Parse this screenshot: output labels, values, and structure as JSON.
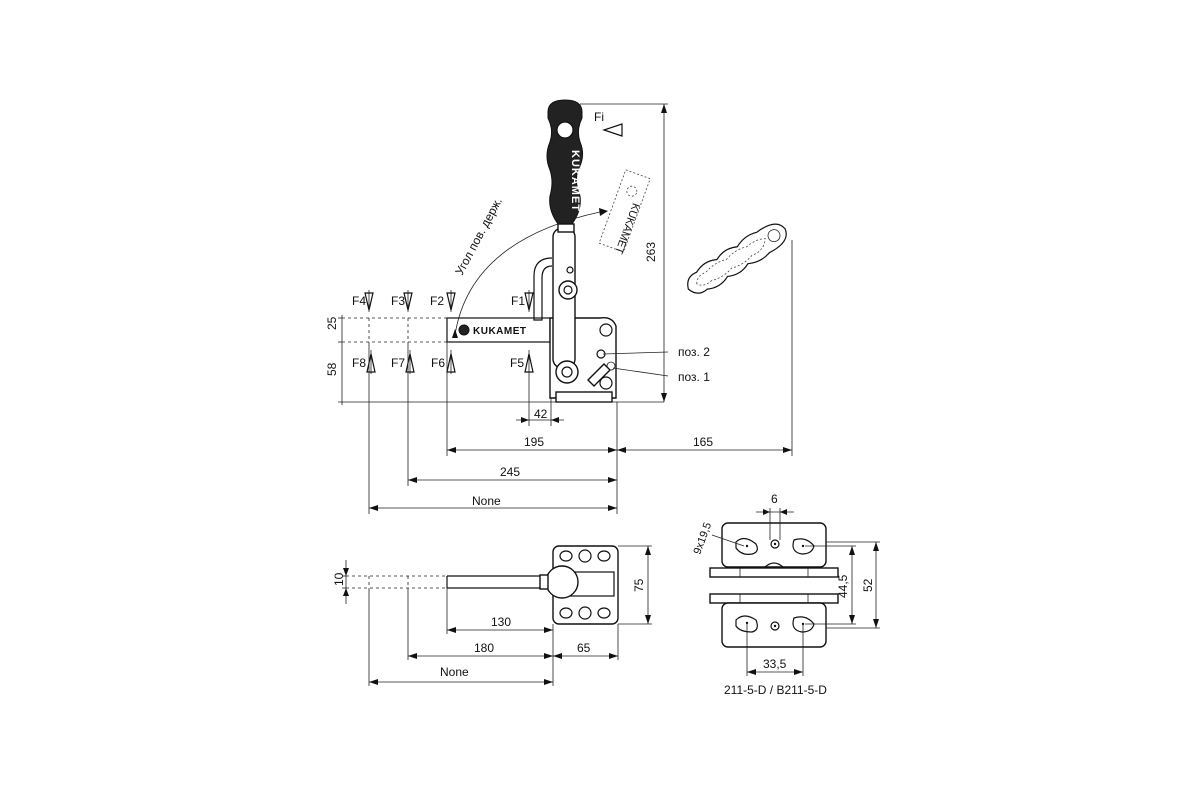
{
  "labels": {
    "forces_top": [
      "F4",
      "F3",
      "F2",
      "F1"
    ],
    "forces_bottom": [
      "F8",
      "F7",
      "F6",
      "F5"
    ],
    "fi": "Fi",
    "angle": "Угол пов. держ.",
    "pos2": "поз. 2",
    "pos1": "поз. 1",
    "logo": "KUKAMET",
    "model": "211-5-D / B211-5-D"
  },
  "dimensions": {
    "d25": "25",
    "d58": "58",
    "d263": "263",
    "d42": "42",
    "d195": "195",
    "d165": "165",
    "d245": "245",
    "dNone1": "None",
    "d10": "10",
    "d130": "130",
    "d180": "180",
    "d65": "65",
    "d75": "75",
    "dNone2": "None",
    "d6": "6",
    "d9x195": "9x19,5",
    "d445": "44,5",
    "d52": "52",
    "d335": "33,5"
  }
}
